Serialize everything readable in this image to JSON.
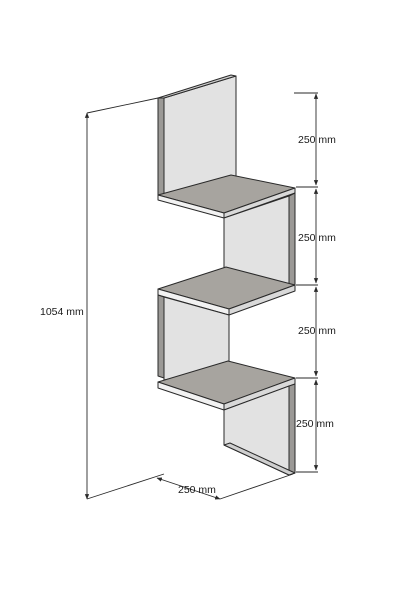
{
  "dimensions": {
    "total_height": "1054 mm",
    "section_1": "250 mm",
    "section_2": "250 mm",
    "section_3": "250 mm",
    "section_4": "250 mm",
    "depth": "250 mm"
  },
  "colors": {
    "background": "#ffffff",
    "panel_face": "#e2e2e2",
    "panel_dark": "#9b9996",
    "shelf_top": "#a7a49f",
    "line": "#2a2a2a"
  }
}
